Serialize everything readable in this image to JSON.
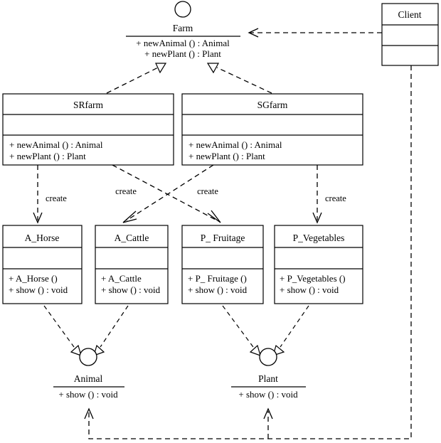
{
  "diagram": {
    "title": "Abstract Factory UML class diagram",
    "type": "uml-class-diagram",
    "colors": {
      "background": "#ffffff",
      "stroke": "#000000",
      "fill": "#ffffff"
    }
  },
  "classes": {
    "farm": {
      "name": "Farm",
      "kind": "interface",
      "methods": [
        "+ newAnimal () : Animal",
        "+ newPlant () : Plant"
      ]
    },
    "client": {
      "name": "Client",
      "kind": "class",
      "attributes": [],
      "methods": []
    },
    "srfarm": {
      "name": "SRfarm",
      "kind": "class",
      "attributes": [],
      "methods": [
        "+ newAnimal () : Animal",
        "+ newPlant () : Plant"
      ]
    },
    "sgfarm": {
      "name": "SGfarm",
      "kind": "class",
      "attributes": [],
      "methods": [
        "+ newAnimal () : Animal",
        "+ newPlant () : Plant"
      ]
    },
    "a_horse": {
      "name": "A_Horse",
      "kind": "class",
      "attributes": [],
      "methods": [
        "+ A_Horse ()",
        "+ show () : void"
      ]
    },
    "a_cattle": {
      "name": "A_Cattle",
      "kind": "class",
      "attributes": [],
      "methods": [
        "+ A_Cattle",
        "+ show () : void"
      ]
    },
    "p_fruitage": {
      "name": "P_ Fruitage",
      "kind": "class",
      "attributes": [],
      "methods": [
        "+ P_ Fruitage ()",
        "+ show () : void"
      ]
    },
    "p_vegetables": {
      "name": "P_Vegetables",
      "kind": "class",
      "attributes": [],
      "methods": [
        "+ P_Vegetables ()",
        "+ show () : void"
      ]
    },
    "animal": {
      "name": "Animal",
      "kind": "interface",
      "methods": [
        "+ show () : void"
      ]
    },
    "plant": {
      "name": "Plant",
      "kind": "interface",
      "methods": [
        "+ show () : void"
      ]
    }
  },
  "relations": {
    "create_labels": {
      "srfarm_to_a_horse": "create",
      "srfarm_to_p_fruitage": "create",
      "sgfarm_to_a_cattle": "create",
      "sgfarm_to_p_vegetables": "create"
    }
  }
}
